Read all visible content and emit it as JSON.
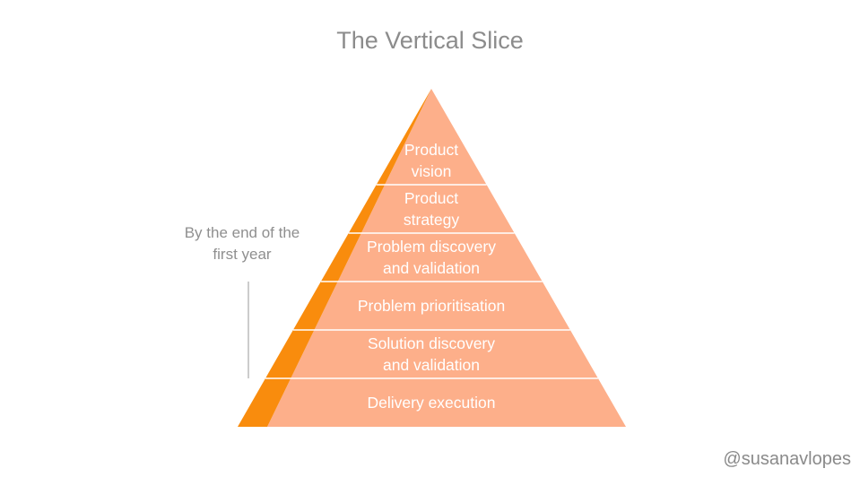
{
  "title": "The Vertical Slice",
  "side_note": "By the end of the first year",
  "side_note_lines": [
    "By the end of the",
    "first year"
  ],
  "handle": "@susanavlopes",
  "colors": {
    "pyramid": "#FDAF8A",
    "slice": "#F98C0D",
    "text": "#8c8c8c"
  },
  "levels": [
    {
      "lines": [
        "Product",
        "vision"
      ]
    },
    {
      "lines": [
        "Product",
        "strategy"
      ]
    },
    {
      "lines": [
        "Problem discovery",
        "and validation"
      ]
    },
    {
      "lines": [
        "Problem prioritisation"
      ]
    },
    {
      "lines": [
        "Solution discovery",
        "and validation"
      ]
    },
    {
      "lines": [
        "Delivery execution"
      ]
    }
  ]
}
